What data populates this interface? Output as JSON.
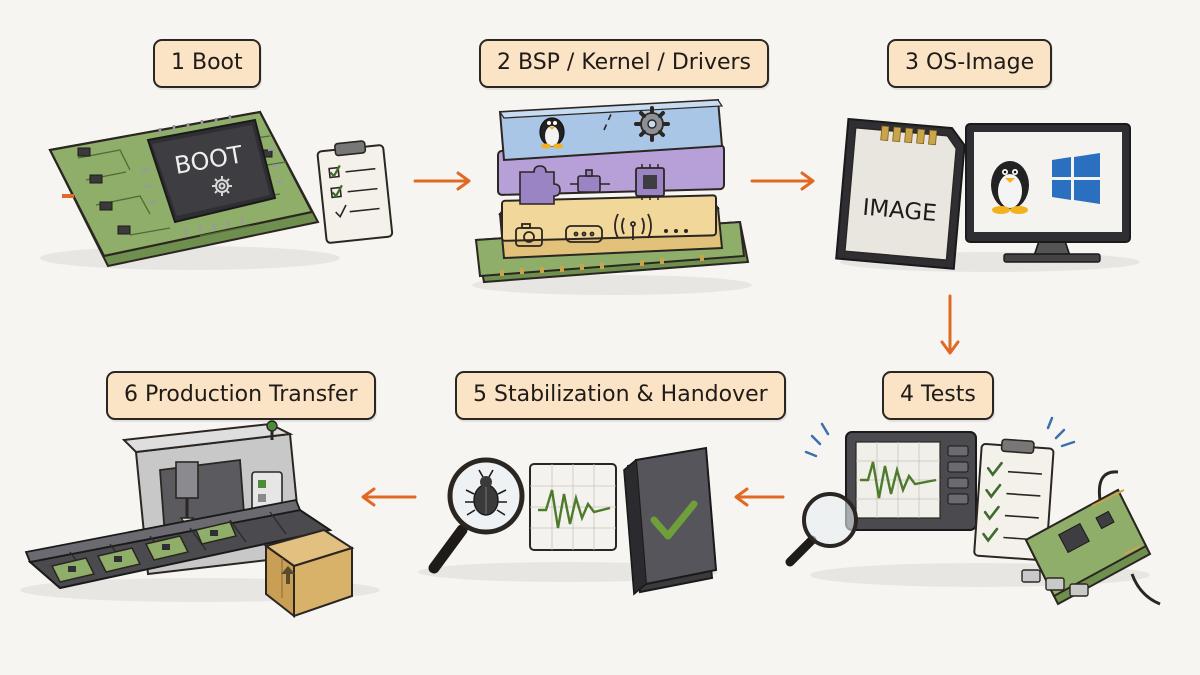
{
  "steps": [
    {
      "label": "1  Boot"
    },
    {
      "label": "2  BSP / Kernel / Drivers"
    },
    {
      "label": "3  OS-Image"
    },
    {
      "label": "4  Tests"
    },
    {
      "label": "5  Stabilization & Handover"
    },
    {
      "label": "6  Production Transfer"
    }
  ],
  "chip_text": "BOOT",
  "sdcard_text": "IMAGE",
  "colors": {
    "arrow": "#e06a25",
    "label_fill": "#fbe3c6",
    "pcb_green": "#8fae6a",
    "kernel_blue": "#a9c6e6",
    "driver_purple": "#b7a0d8",
    "hw_yellow": "#f2d79a",
    "windows_blue": "#2b6fc0"
  }
}
